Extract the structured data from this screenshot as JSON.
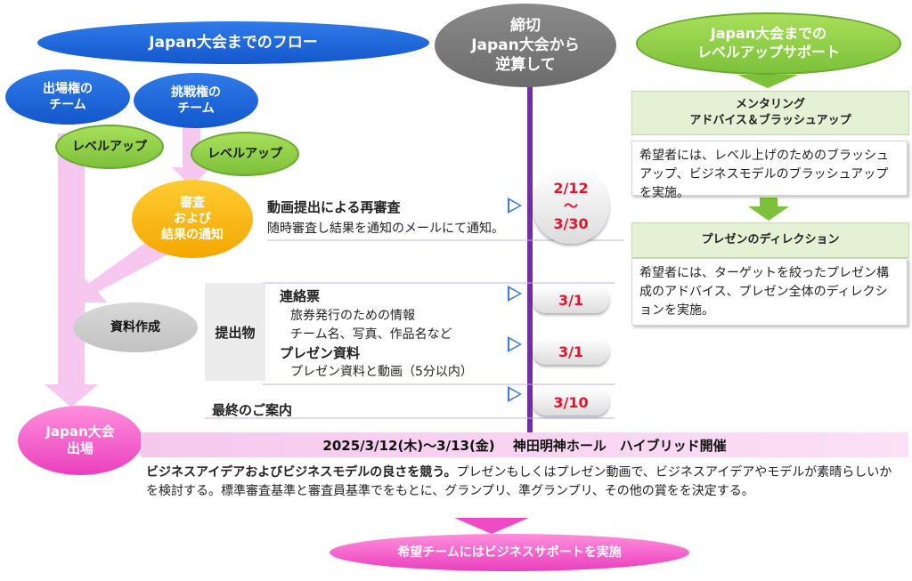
{
  "header": {
    "flow_title": "Japan大会までのフロー",
    "deadline_line1": "締切",
    "deadline_line2": "Japan大会から",
    "deadline_line3": "逆算して",
    "support_line1": "Japan大会までの",
    "support_line2": "レベルアップサポート"
  },
  "left": {
    "qualified_team_line1": "出場権の",
    "qualified_team_line2": "チーム",
    "challenger_team_line1": "挑戦権の",
    "challenger_team_line2": "チーム",
    "level_up_1": "レベルアップ",
    "level_up_2": "レベルアップ",
    "review_line1": "審査",
    "review_line2": "および",
    "review_line3": "結果の通知",
    "materials": "資料作成",
    "japan_line1": "Japan大会",
    "japan_line2": "出場"
  },
  "middle": {
    "rereview_title": "動画提出による再審査",
    "rereview_desc": "随時審査し結果を通知のメールにて通知。",
    "submission_label": "提出物",
    "contact_title": "連絡票",
    "contact_item1": "旅券発行のための情報",
    "contact_item2": "チーム名、写真、作品名など",
    "presentation_title": "プレゼン資料",
    "presentation_item1": "プレゼン資料と動画（5分以内）",
    "final_guide": "最終のご案内"
  },
  "dates": {
    "rereview_start": "2/12",
    "rereview_tilde": "～",
    "rereview_end": "3/30",
    "contact_date": "3/1",
    "presentation_date": "3/1",
    "final_date": "3/10"
  },
  "support": {
    "mentoring_title_line1": "メンタリング",
    "mentoring_title_line2": "アドバイス＆ブラッシュアップ",
    "mentoring_body": "希望者には、レベル上げのためのブラッシュアップ、ビジネスモデルのブラッシュアップを実施。",
    "direction_title": "プレゼンのディレクション",
    "direction_body": "希望者には、ターゲットを絞ったプレゼン構成のアドバイス、プレゼン全体のディレクションを実施。"
  },
  "event": {
    "banner": "2025/3/12(木)～3/13(金)　 神田明神ホール　ハイブリッド開催",
    "desc_bold": "ビジネスアイデアおよびビジネスモデルの良さを競う。",
    "desc_rest": "プレゼンもしくはプレゼン動画で、ビジネスアイデアやモデルが素晴らしいかを検討する。標準審査基準と審査員基準でをもとに、グランプリ、準グランプリ、その他の賞をを決定する。",
    "business_support": "希望チームにはビジネスサポートを実施"
  },
  "colors": {
    "blue": "#1f66d9",
    "green": "#8ccf45",
    "orange": "#f7b500",
    "pink": "#ee4cc4",
    "purple_line": "#7030a0",
    "date_red": "#e0142e"
  }
}
